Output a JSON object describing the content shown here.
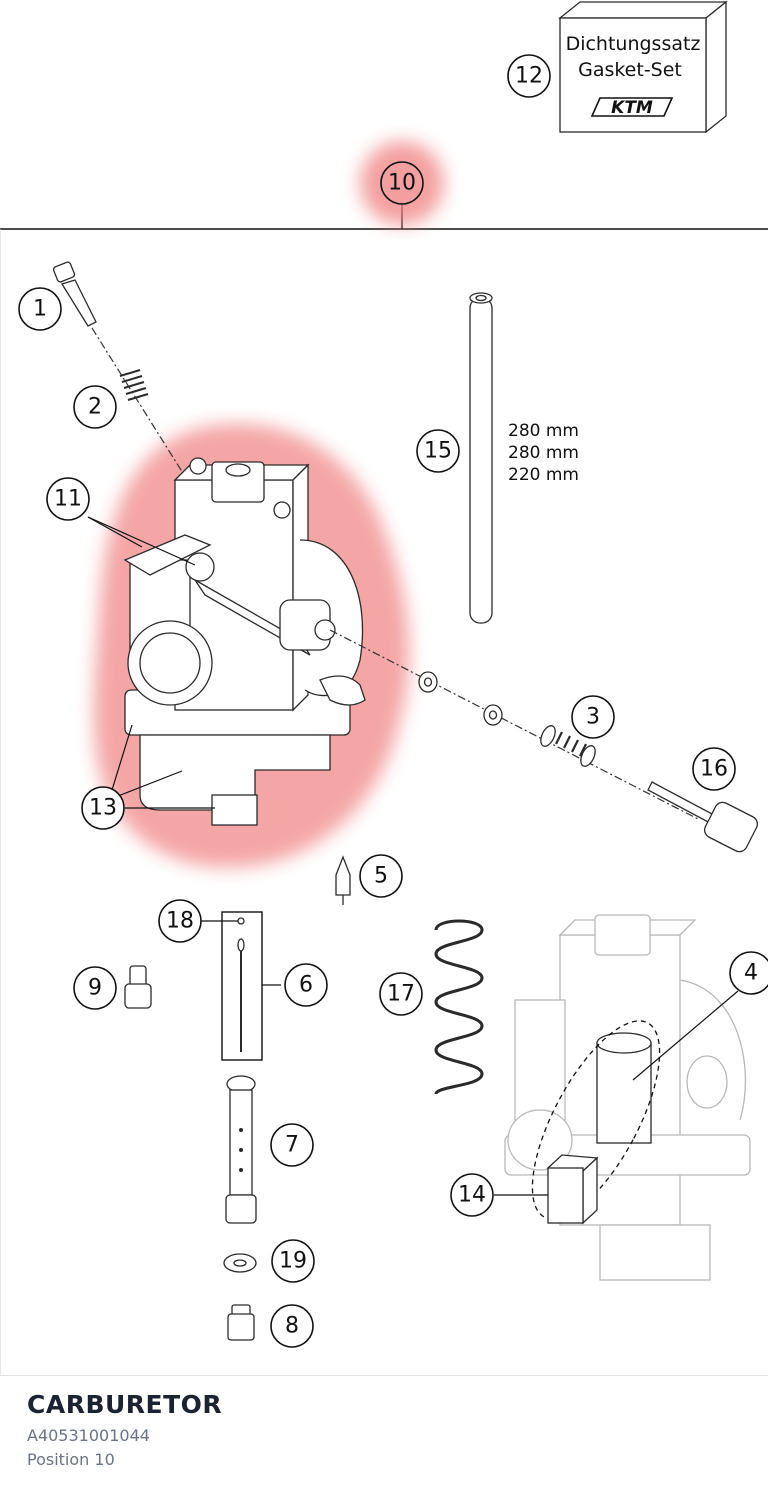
{
  "diagram": {
    "gasket_box": {
      "line1": "Dichtungssatz",
      "line2": "Gasket-Set",
      "logo": "KTM"
    },
    "hose_lengths": [
      "280 mm",
      "280 mm",
      "220 mm"
    ],
    "highlight_color": "#f08080",
    "selected_position": "10",
    "callouts": [
      {
        "id": "c1",
        "label": "1"
      },
      {
        "id": "c2",
        "label": "2"
      },
      {
        "id": "c3",
        "label": "3"
      },
      {
        "id": "c4",
        "label": "4"
      },
      {
        "id": "c5",
        "label": "5"
      },
      {
        "id": "c6",
        "label": "6"
      },
      {
        "id": "c7",
        "label": "7"
      },
      {
        "id": "c8",
        "label": "8"
      },
      {
        "id": "c9",
        "label": "9"
      },
      {
        "id": "c10",
        "label": "10"
      },
      {
        "id": "c11",
        "label": "11"
      },
      {
        "id": "c12",
        "label": "12"
      },
      {
        "id": "c13",
        "label": "13"
      },
      {
        "id": "c14",
        "label": "14"
      },
      {
        "id": "c15",
        "label": "15"
      },
      {
        "id": "c16",
        "label": "16"
      },
      {
        "id": "c17",
        "label": "17"
      },
      {
        "id": "c18",
        "label": "18"
      },
      {
        "id": "c19",
        "label": "19"
      }
    ]
  },
  "footer": {
    "title": "CARBURETOR",
    "part_number": "A40531001044",
    "position": "Position 10"
  }
}
